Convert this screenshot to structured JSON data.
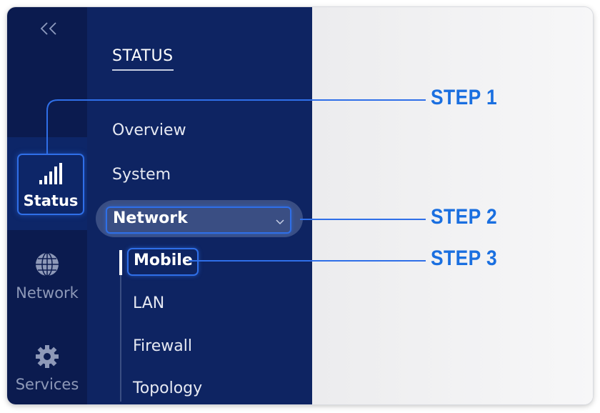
{
  "sidebar": {
    "collapse_icon": "double-chevron-left-icon",
    "items": [
      {
        "label": "Status",
        "icon": "signal-bars-icon",
        "active": true
      },
      {
        "label": "Network",
        "icon": "globe-icon",
        "active": false
      },
      {
        "label": "Services",
        "icon": "gear-icon",
        "active": false
      }
    ]
  },
  "menu": {
    "title": "STATUS",
    "items": [
      {
        "label": "Overview"
      },
      {
        "label": "System"
      },
      {
        "label": "Network",
        "expanded": true,
        "icon": "chevron-down-icon"
      }
    ],
    "subitems": [
      {
        "label": "Mobile",
        "active": true
      },
      {
        "label": "LAN"
      },
      {
        "label": "Firewall"
      },
      {
        "label": "Topology"
      }
    ]
  },
  "annotations": {
    "step1": "STEP 1",
    "step2": "STEP 2",
    "step3": "STEP 3"
  },
  "colors": {
    "rail_bg": "#0b1b4f",
    "menu_bg": "#0e2462",
    "accent": "#2f6fe8",
    "step_text": "#1a6fe0"
  }
}
